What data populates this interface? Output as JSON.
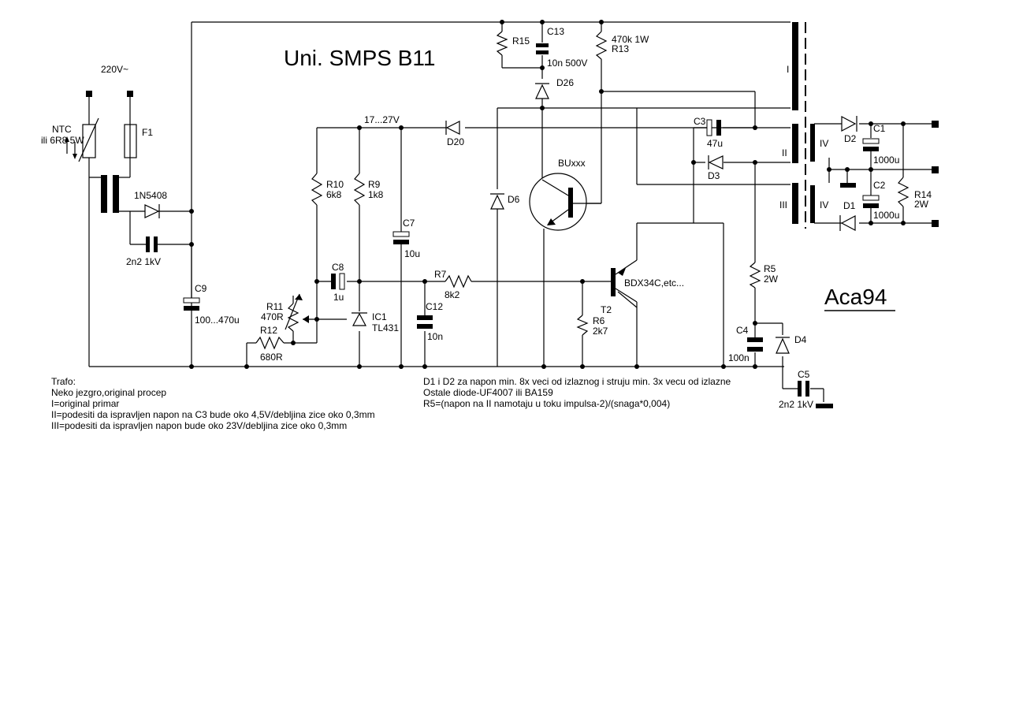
{
  "title": "Uni. SMPS B11",
  "signature": "Aca94",
  "labels": {
    "mains": "220V~",
    "ntc": "NTC",
    "ntc_alt": "ili 6R8 5W",
    "f1": "F1",
    "d_1n5408": "1N5408",
    "c_2n2_1kv": "2n2 1kV",
    "c9": "C9",
    "c9_val": "100...470u",
    "r15": "R15",
    "c13": "C13",
    "c13_val": "10n 500V",
    "r13_val": "470k 1W",
    "r13": "R13",
    "d26": "D26",
    "vrange": "17...27V",
    "d20": "D20",
    "d6": "D6",
    "bu": "BUxxx",
    "r10": "R10",
    "r10_val": "6k8",
    "r9": "R9",
    "r9_val": "1k8",
    "c7": "C7",
    "c7_val": "10u",
    "c8": "C8",
    "c8_val": "1u",
    "r11": "R11",
    "r11_val": "470R",
    "r12": "R12",
    "r12_val": "680R",
    "ic1": "IC1",
    "ic1_val": "TL431",
    "r7": "R7",
    "r7_val": "8k2",
    "c12": "C12",
    "c12_val": "10n",
    "t2_val": "BDX34C,etc...",
    "t2": "T2",
    "r6": "R6",
    "r6_val": "2k7",
    "c3": "C3",
    "c3_val": "47u",
    "d3": "D3",
    "w1": "I",
    "w2": "II",
    "w3": "III",
    "w4a": "IV",
    "w4b": "IV",
    "d2": "D2",
    "c1": "C1",
    "c1_val": "1000u",
    "c2": "C2",
    "c2_val": "1000u",
    "d1": "D1",
    "r14": "R14",
    "r14_val": "2W",
    "r5": "R5",
    "r5_val": "2W",
    "c4": "C4",
    "c4_val": "100n",
    "d4": "D4",
    "c5": "C5",
    "c5_val": "2n2 1kV"
  },
  "notes_left": [
    "Trafo:",
    "Neko jezgro,original procep",
    "I=original primar",
    "II=podesiti da ispravljen napon na C3 bude oko 4,5V/debljina zice oko 0,3mm",
    "III=podesiti da ispravljen napon bude oko 23V/debljina zice oko 0,3mm"
  ],
  "notes_right": [
    "D1 i D2 za napon min. 8x veci od izlaznog i struju min. 3x vecu od izlazne",
    "Ostale diode-UF4007 ili BA159",
    "R5=(napon na II namotaju u toku impulsa-2)/(snaga*0,004)"
  ]
}
